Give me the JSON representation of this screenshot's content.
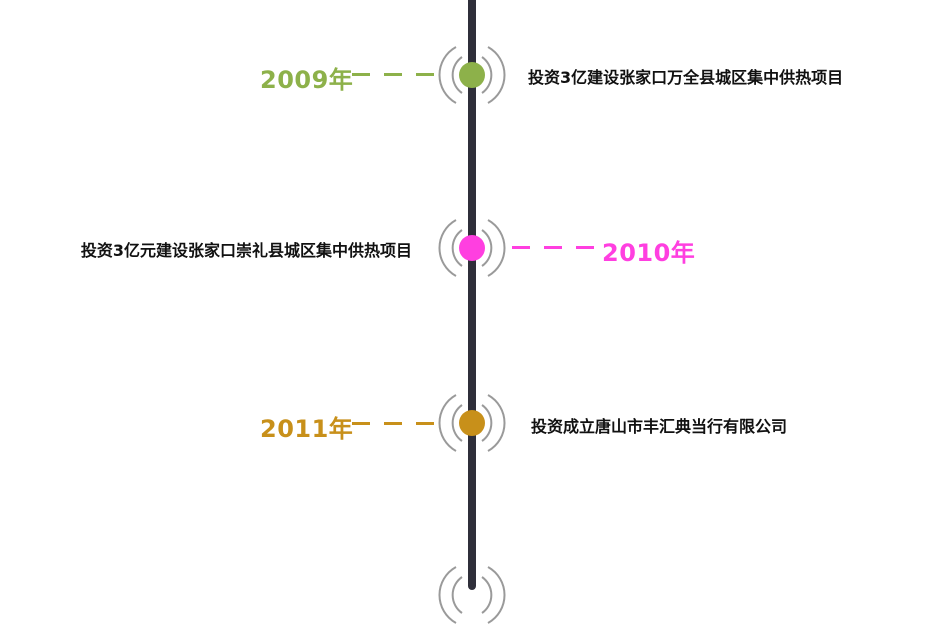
{
  "timeline": {
    "line_color": "#2f2f3a",
    "ring_color": "#9a9a9a",
    "entries": [
      {
        "year": "2009年",
        "text": "投资3亿建设张家口万全县城区集中供热项目",
        "color": "#8db14a"
      },
      {
        "year": "2010年",
        "text": "投资3亿元建设张家口崇礼县城区集中供热项目",
        "color": "#ff3fe0"
      },
      {
        "year": "2011年",
        "text": "投资成立唐山市丰汇典当行有限公司",
        "color": "#c8901a"
      }
    ]
  }
}
